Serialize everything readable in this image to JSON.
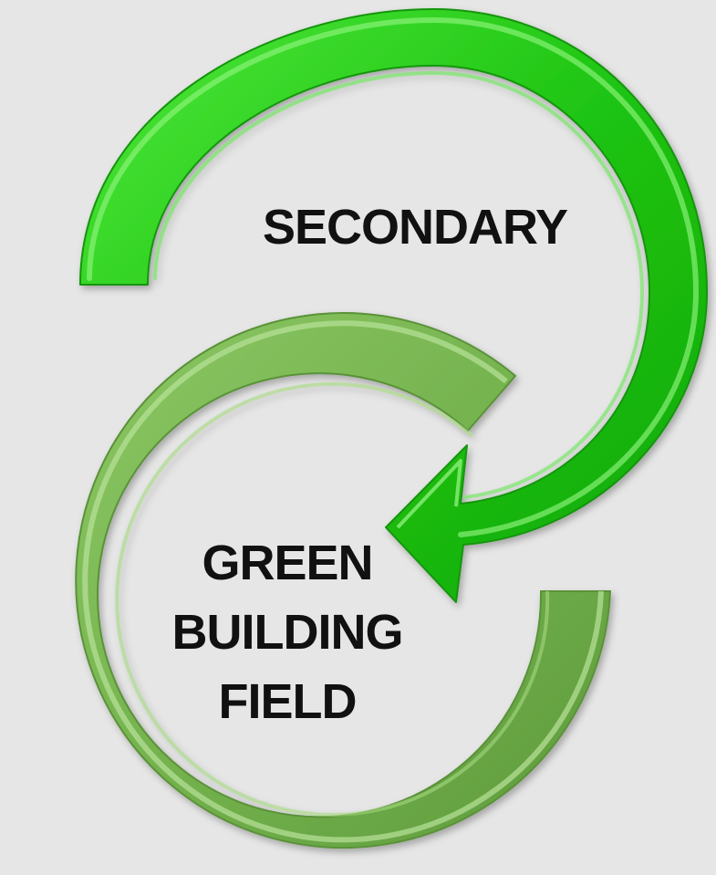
{
  "labels": {
    "secondary": "SECONDARY",
    "green_line1": "GREEN",
    "green_line2": "BUILDING",
    "green_line3": "FIELD"
  },
  "colors": {
    "background": "#e6e6e6",
    "bright_green": "#22c716",
    "bright_green_light": "#6cf05a",
    "muted_green": "#77b552",
    "muted_green_light": "#a9db86",
    "text": "#111111"
  }
}
